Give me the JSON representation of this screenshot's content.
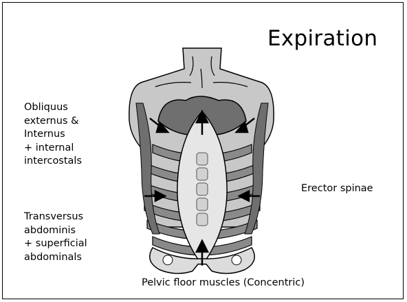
{
  "title": "Expiration",
  "labels": {
    "obliques": [
      "Obliquus",
      "externus &",
      "Internus",
      "+ internal",
      "intercostals"
    ],
    "transversus": [
      "Transversus",
      "abdominis",
      "+ superficial",
      "abdominals"
    ],
    "erector": "Erector spinae",
    "pelvic": "Pelvic floor muscles (Concentric)"
  },
  "colors": {
    "skin": "#c8c8c8",
    "muscle_dark": "#6f6f6f",
    "rib_band": "#8a8a8a",
    "inner_light": "#e6e6e6",
    "outline": "#000000"
  },
  "icons": [
    "torso-illustration",
    "up-arrow-icon",
    "inward-arrow-icon"
  ]
}
